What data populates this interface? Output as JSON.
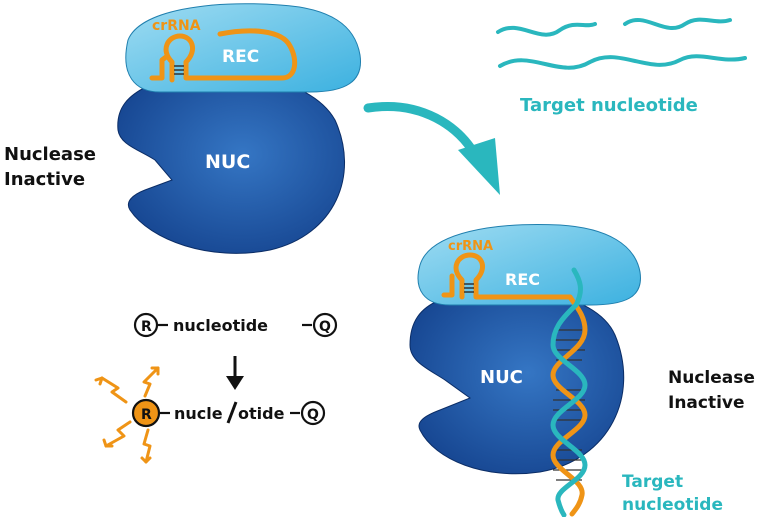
{
  "colors": {
    "rec_light": "#8fd6ef",
    "rec_dark": "#3cb1e0",
    "nuc_light": "#2f6fc0",
    "nuc_dark": "#0f3f8c",
    "crrna_orange": "#ef9416",
    "target_teal": "#2ab7be",
    "text_dark": "#111111"
  },
  "inactive_complex": {
    "crrna_label": "crRNA",
    "rec_label": "REC",
    "nuc_label": "NUC",
    "state_label_line1": "Nuclease",
    "state_label_line2": "Inactive"
  },
  "target_free": {
    "label": "Target nucleotide"
  },
  "bound_complex": {
    "crrna_label": "crRNA",
    "rec_label": "REC",
    "nuc_label": "NUC",
    "state_label_line1": "Nuclease",
    "state_label_line2": "Inactive",
    "target_label_line1": "Target",
    "target_label_line2": "nucleotide"
  },
  "reporter": {
    "reporter_symbol": "R",
    "quencher_symbol": "Q",
    "intact_text": "nucleotide",
    "cleaved_text_left": "nucle",
    "cleaved_text_right": "otide",
    "arrow_icon": "down-arrow-icon",
    "emission_icon": "lightning-bolt-icon"
  }
}
